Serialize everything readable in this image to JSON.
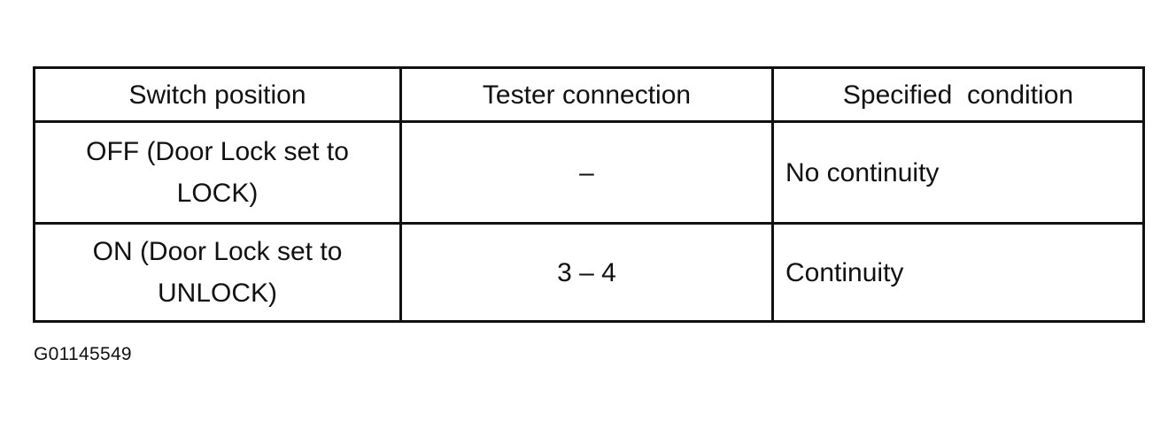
{
  "table": {
    "headers": [
      "Switch position",
      "Tester connection",
      "Specified  condition"
    ],
    "rows": [
      {
        "switch_position": "OFF (Door Lock set to LOCK)",
        "tester_connection": "–",
        "specified_condition": "No continuity"
      },
      {
        "switch_position": "ON (Door Lock set to UNLOCK)",
        "tester_connection": "3 – 4",
        "specified_condition": "Continuity"
      }
    ]
  },
  "figure_id": "G01145549"
}
